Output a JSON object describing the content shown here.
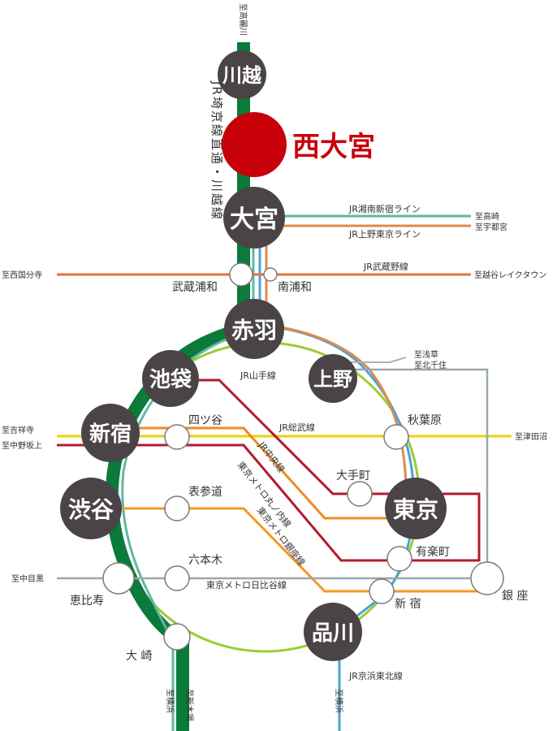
{
  "highlight": {
    "name": "西大宮",
    "color": "#c8000a"
  },
  "line_colors": {
    "saikyo": "#0b7a3a",
    "yamanote": "#9acd32",
    "keihin": "#4aa3d8",
    "shonan": "#5fb9a5",
    "utsunomiya": "#e0894a",
    "musashino": "#e0743a",
    "sobu": "#e8d400",
    "chuo": "#f08a24",
    "marunouchi": "#b01c2e",
    "ginza": "#f39a1e",
    "hibiya": "#9aa7ad",
    "chiyoda": "#b0b0b0"
  },
  "big_stations": {
    "kawagoe": "川越",
    "omiya": "大宮",
    "akabane": "赤羽",
    "ikebukuro": "池袋",
    "ueno": "上野",
    "shinjuku": "新宿",
    "shibuya": "渋谷",
    "tokyo": "東京",
    "shinagawa": "品川"
  },
  "small_stations": {
    "musashi_urawa": "武蔵浦和",
    "minami_urawa": "南浦和",
    "yotsuya": "四ツ谷",
    "akihabara": "秋葉原",
    "otemachi": "大手町",
    "omotesando": "表参道",
    "yurakucho": "有楽町",
    "roppongi": "六本木",
    "ebisu": "恵比寿",
    "shinbashi": "新 宿",
    "ginza": "銀 座",
    "osaki": "大 崎"
  },
  "line_labels": {
    "saikyo_through": "JR埼京線直通・川越線",
    "shonan_shinjuku": "JR湘南新宿ライン",
    "ueno_tokyo": "JR上野東京ライン",
    "musashino": "JR武蔵野線",
    "yamanote": "JR山手線",
    "sobu": "JR総武線",
    "chuo": "JR中央線",
    "marunouchi": "東京メトロ丸ノ内線",
    "ginza": "東京メトロ銀座線",
    "hibiya": "東京メトロ日比谷線",
    "keihin_tohoku": "JR京浜東北線"
  },
  "destinations": {
    "komagawa": "至高麗川",
    "takasaki": "至高崎",
    "utsunomiya": "至宇都宮",
    "nishi_kokubunji": "至西国分寺",
    "koshigaya": "至越谷レイクタウン",
    "asakusa": "至浅草",
    "kita_senju": "至北千住",
    "kichijoji": "至吉祥寺",
    "nakano_sakaue": "至中野坂上",
    "tsudanuma": "至津田沼",
    "naka_meguro": "至中目黒",
    "yokohama_a": "至横浜",
    "shin_kiba": "至新木場",
    "yokohama_b": "至横浜"
  }
}
